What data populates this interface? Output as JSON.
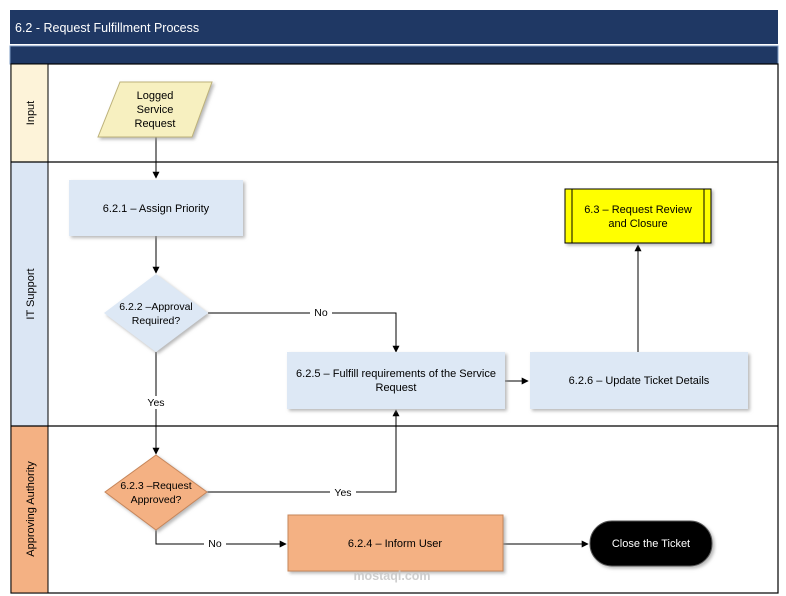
{
  "header": {
    "title": "6.2 - Request Fulfillment Process"
  },
  "lanes": {
    "input": "Input",
    "it_support": "IT Support",
    "approving_authority": "Approving Authority"
  },
  "nodes": {
    "logged_request": [
      "Logged",
      "Service",
      "Request"
    ],
    "assign_priority": [
      "6.2.1 – Assign Priority"
    ],
    "approval_required": [
      "6.2.2 –Approval",
      "Required?"
    ],
    "request_review": [
      "6.3 – Request Review",
      "and Closure"
    ],
    "fulfill_requirements": [
      "6.2.5 – Fulfill requirements of the Service",
      "Request"
    ],
    "update_ticket": [
      "6.2.6 – Update Ticket Details"
    ],
    "request_approved": [
      "6.2.3 –Request",
      "Approved?"
    ],
    "inform_user": [
      "6.2.4 – Inform User"
    ],
    "close_ticket": [
      "Close the Ticket"
    ]
  },
  "edge_labels": {
    "approval_no": "No",
    "approval_yes": "Yes",
    "approved_yes": "Yes",
    "approved_no": "No"
  },
  "watermark": "mostaqi.com",
  "colors": {
    "header_bg": "#1f3864",
    "lane_input_bg": "#fdf3d9",
    "lane_it_bg": "#dbe6f4",
    "lane_approval_bg": "#f4b183",
    "input_shape": "#f7f0c0",
    "process_blue": "#dde8f5",
    "process_yellow": "#ffff00",
    "process_orange": "#f4b183",
    "terminal": "#000000"
  }
}
